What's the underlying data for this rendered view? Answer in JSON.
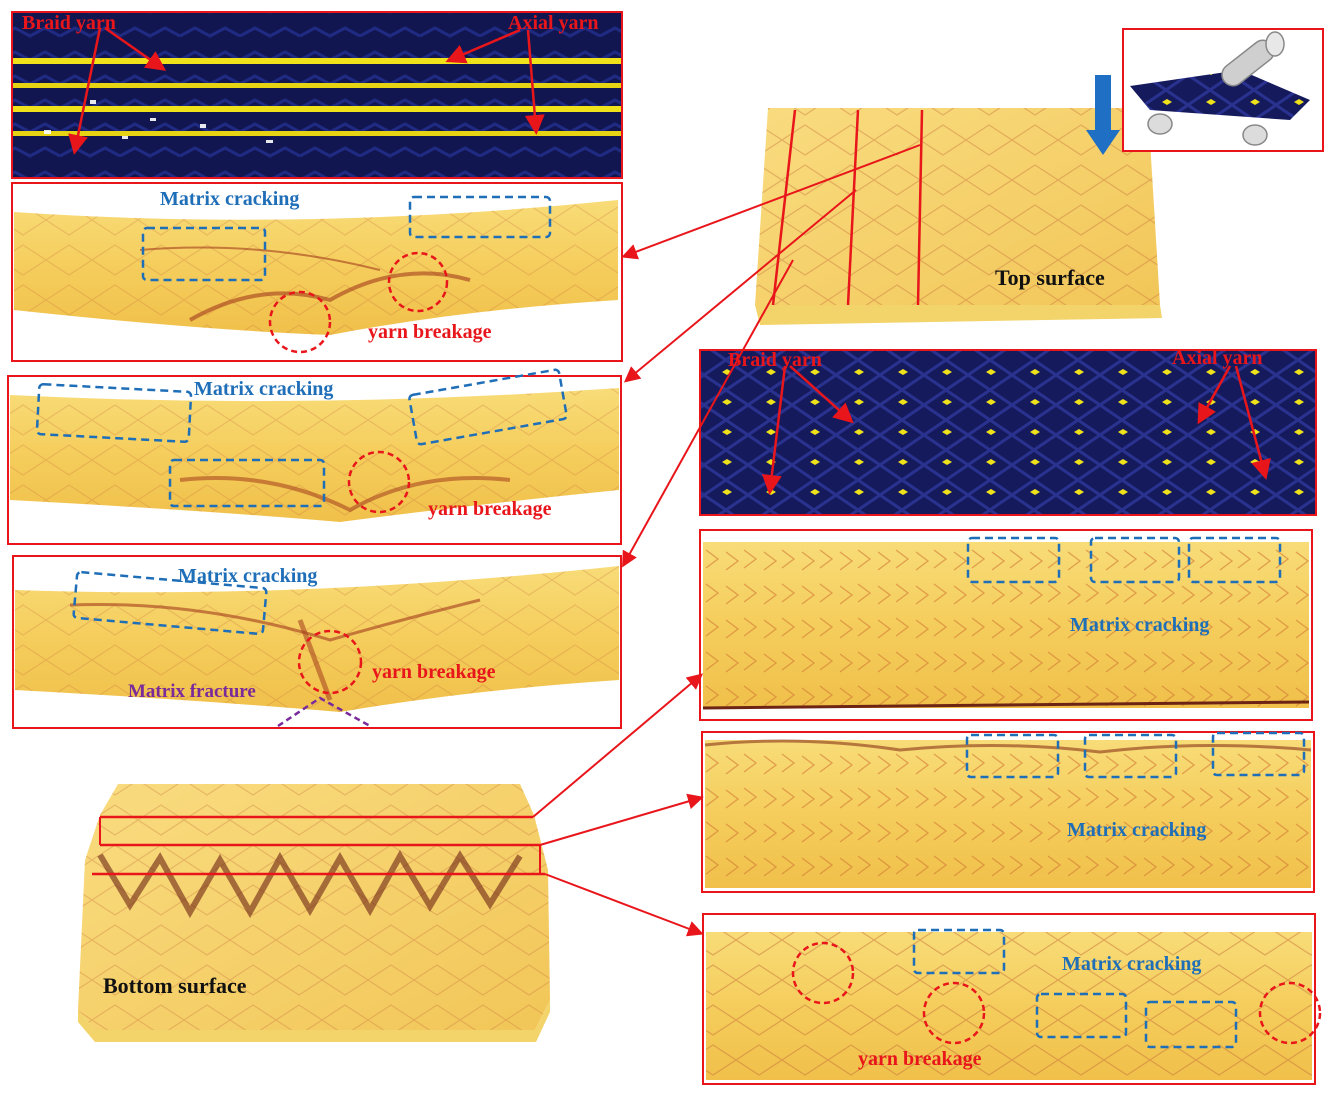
{
  "labels": {
    "braid_yarn": "Braid yarn",
    "axial_yarn": "Axial yarn",
    "matrix_cracking": "Matrix cracking",
    "yarn_breakage": "yarn breakage",
    "matrix_fracture": "Matrix fracture",
    "top_surface": "Top surface",
    "bottom_surface": "Bottom  surface"
  },
  "colors": {
    "frame_red": "#e8161b",
    "annotation_blue": "#1f6eb8",
    "annotation_purple": "#7a2a9a",
    "yarn_navy": "#14195a",
    "axial_yellow": "#f2e400",
    "matrix_yellow": "#f6d262",
    "crack_brown": "#a33c1c",
    "load_arrow_blue": "#1f6fc4"
  }
}
